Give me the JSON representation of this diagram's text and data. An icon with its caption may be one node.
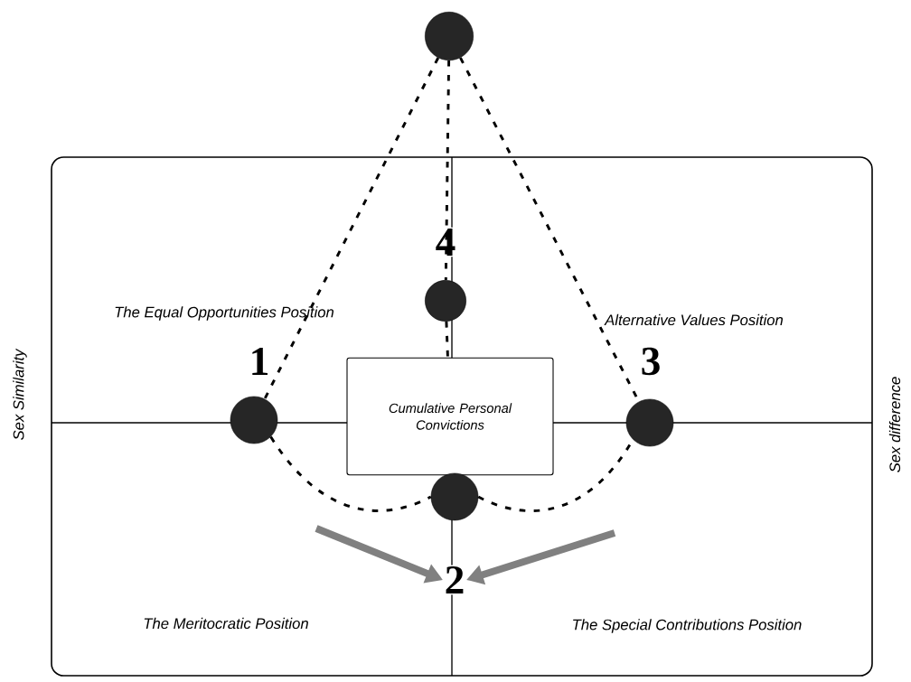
{
  "diagram": {
    "nodes": [
      {
        "text": [],
        "shape": "circle"
      },
      {
        "text": [],
        "shape": "circle",
        "beside": [
          "4"
        ]
      },
      {
        "text": [],
        "shape": "circle",
        "beside": [
          "1"
        ]
      },
      {
        "text": [
          "Cumulative Personal Convictions"
        ]
      },
      {
        "text": [],
        "shape": "circle",
        "beside": [
          "3"
        ]
      },
      {
        "text": [],
        "shape": "circle",
        "beside": [
          "2"
        ]
      }
    ],
    "edges": [
      {
        "from": 0,
        "to": 2,
        "arrow": "none",
        "style": "dashed"
      },
      {
        "from": 0,
        "to": 1,
        "arrow": "none",
        "style": "dashed"
      },
      {
        "from": 0,
        "to": 4,
        "arrow": "none",
        "style": "dashed"
      },
      {
        "from": 1,
        "to": 3,
        "arrow": "none",
        "style": "dashed"
      },
      {
        "from": 2,
        "to": 5,
        "arrow": "none",
        "style": "dashed"
      },
      {
        "from": 5,
        "to": 4,
        "arrow": "none",
        "style": "dashed"
      },
      {
        "from": null,
        "to": 5,
        "arrow": "to",
        "style": "thick",
        "color": "#808080"
      },
      {
        "from": null,
        "to": 5,
        "arrow": "to",
        "style": "thick",
        "color": "#808080"
      }
    ],
    "labels": [
      "The Equal Opportunities Position",
      "Alternative Values Position",
      "Sex Similarity",
      "Sex difference",
      "The Meritocratic Position",
      "The Special Contributions Position"
    ]
  }
}
